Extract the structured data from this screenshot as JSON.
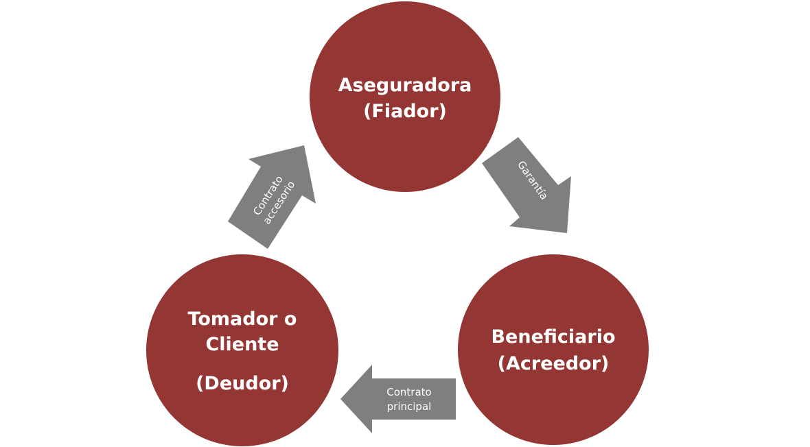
{
  "colors": {
    "circle": "#943634",
    "arrow": "#7f7f7f",
    "text": "#ffffff"
  },
  "nodes": {
    "aseguradora": {
      "line1": "Aseguradora",
      "line2": "(Fiador)"
    },
    "beneficiario": {
      "line1": "Beneficiario",
      "line2": "(Acreedor)"
    },
    "tomador": {
      "line1": "Tomador o",
      "line2": "Cliente",
      "line3": "(Deudor)"
    }
  },
  "arrows": {
    "accesorio": {
      "line1": "Contrato",
      "line2": "accesorio"
    },
    "garantia": {
      "line1": "Garantía"
    },
    "principal": {
      "line1": "Contrato",
      "line2": "principal"
    }
  }
}
